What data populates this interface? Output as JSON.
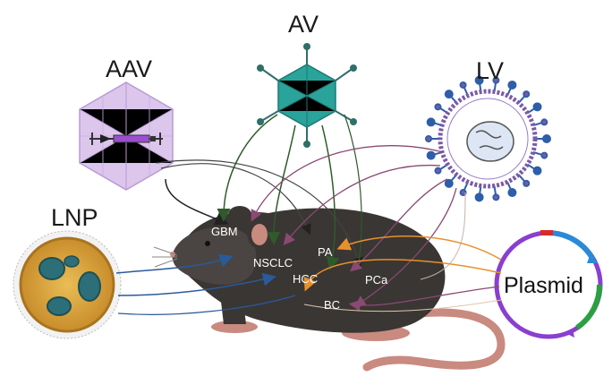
{
  "vectors": {
    "aav": "AAV",
    "av": "AV",
    "lv": "LV",
    "lnp": "LNP",
    "plasmid": "Plasmid"
  },
  "tumors": {
    "gbm": "GBM",
    "nsclc": "NSCLC",
    "pa": "PA",
    "hcc": "HCC",
    "pca": "PCa",
    "bc": "BC"
  },
  "colors": {
    "aav_arrow": "#222222",
    "av_arrow": "#2f5a2a",
    "lv_arrow": "#8a4a72",
    "lnp_arrow": "#2a5a9a",
    "plasmid_arrow": "#e8902a",
    "mouse_body": "#3a3634",
    "mouse_pink": "#c98a80",
    "av_capsid": "#2aa39a",
    "aav_capsid": "#dcc6ec",
    "lnp_core": "#d9a441",
    "plasmid_ring": "#8a3fd0"
  }
}
